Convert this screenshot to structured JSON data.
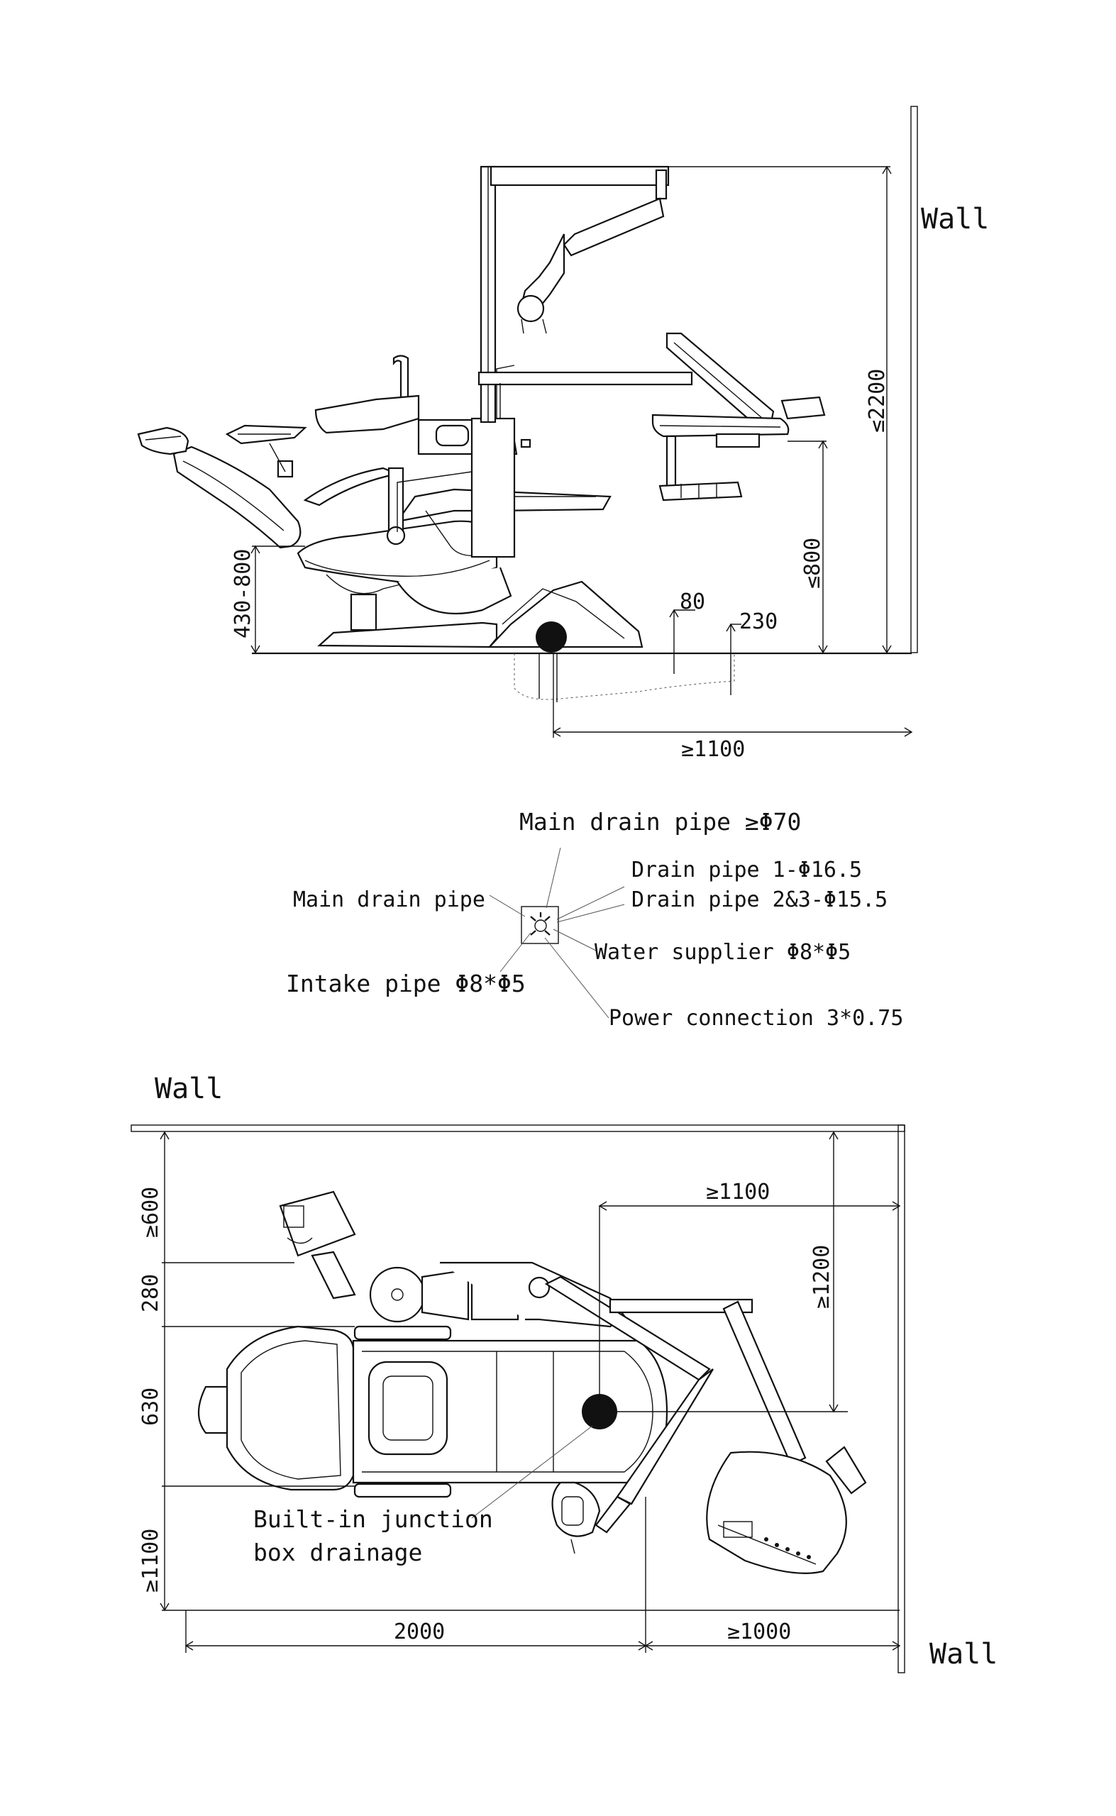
{
  "side_view": {
    "wall_label": "Wall",
    "dim_height_max": "≤2200",
    "dim_tray_height": "≤800",
    "dim_seat_range": "430-800",
    "dim_80": "80",
    "dim_230": "230",
    "dim_depth": "≥1100"
  },
  "connections": {
    "main_drain_top": "Main drain pipe ≥Φ70",
    "main_drain_left": "Main drain pipe",
    "drain_pipe_1": "Drain pipe 1-Φ16.5",
    "drain_pipe_23": "Drain pipe 2&3-Φ15.5",
    "water_supplier": "Water supplier Φ8*Φ5",
    "intake_pipe": "Intake pipe Φ8*Φ5",
    "power_connection": "Power connection 3*0.75"
  },
  "plan_view": {
    "wall_top_label": "Wall",
    "wall_right_label": "Wall",
    "dim_600": "≥600",
    "dim_280": "280",
    "dim_630": "630",
    "dim_1100_left": "≥1100",
    "dim_1100_top": "≥1100",
    "dim_1200": "≥1200",
    "dim_2000": "2000",
    "dim_1000": "≥1000",
    "junction_line1": "Built-in junction",
    "junction_line2": "box drainage"
  }
}
